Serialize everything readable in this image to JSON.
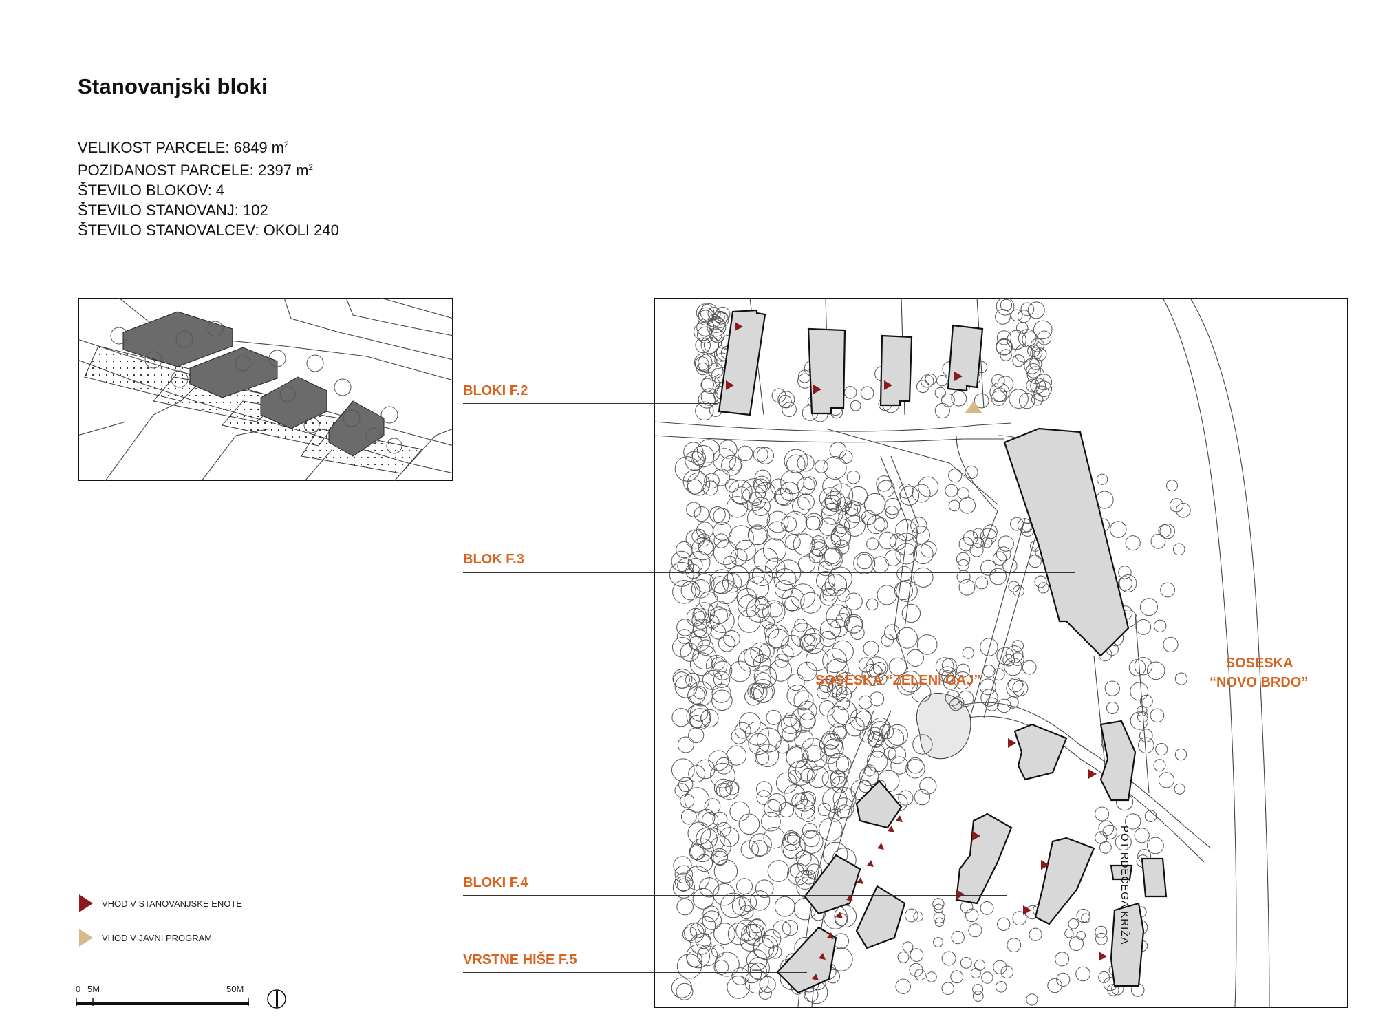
{
  "title": "Stanovanjski bloki",
  "stats": [
    {
      "text": "VELIKOST PARCELE: 6849 m",
      "sup": "2"
    },
    {
      "text": "POZIDANOST PARCELE: 2397 m",
      "sup": "2"
    },
    {
      "text": "ŠTEVILO BLOKOV: 4",
      "sup": ""
    },
    {
      "text": "ŠTEVILO STANOVANJ: 102",
      "sup": ""
    },
    {
      "text": "ŠTEVILO STANOVALCEV: OKOLI 240",
      "sup": ""
    }
  ],
  "labels": {
    "bloki_f2": "BLOKI F.2",
    "blok_f3": "BLOK F.3",
    "bloki_f4": "BLOKI F.4",
    "vrstne_hise_f5": "VRSTNE HIŠE F.5"
  },
  "map_labels": {
    "zeleni_gaj": "SOSESKA “ZELENI GAJ”",
    "novo_brdo_line1": "SOSESKA",
    "novo_brdo_line2": "“NOVO BRDO”",
    "street": "POT RDEČEGA KRIŽA"
  },
  "legend": {
    "entrance_housing": "VHOD V STANOVANJSKE ENOTE",
    "entrance_public": "VHOD V JAVNI PROGRAM"
  },
  "scale": {
    "zero": "0",
    "mid": "5M",
    "end": "50M"
  },
  "colors": {
    "accent_orange": "#d8621f",
    "entrance_red": "#8b1a1a",
    "entrance_tan": "#d9b98a",
    "building_fill": "#d8d8d8",
    "axo_building": "#6b6b6b"
  },
  "icons": {
    "north_arrow": "north-arrow-icon"
  }
}
